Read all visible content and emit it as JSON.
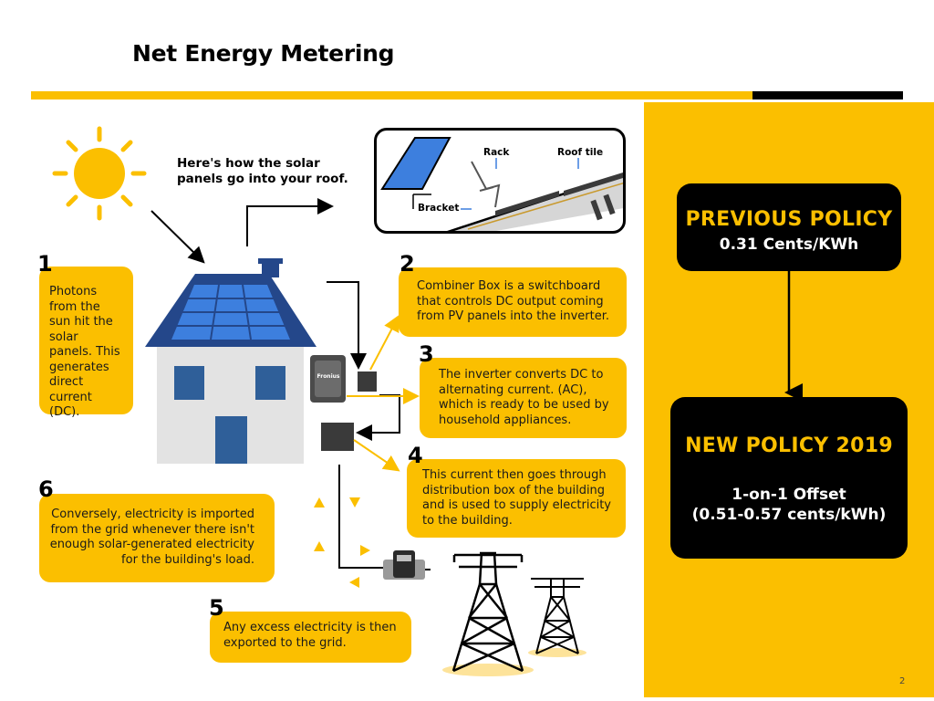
{
  "title": "Net Energy Metering",
  "diagram": {
    "intro": "Here's how the solar panels go into your roof.",
    "roof_labels": {
      "rack": "Rack",
      "roof_tile": "Roof tile",
      "bracket": "Bracket"
    },
    "inverter_brand": "Fronius",
    "steps": [
      {
        "num": "1",
        "text": "Photons from the sun hit the solar panels. This generates direct current (DC)."
      },
      {
        "num": "2",
        "text": "Combiner Box is a switchboard that controls DC output coming from PV panels into the inverter."
      },
      {
        "num": "3",
        "text": "The inverter converts DC to alternating current. (AC), which is ready to be used by household appliances."
      },
      {
        "num": "4",
        "text": "This current then goes through distribution box of the building and is used to supply electricity to the building."
      },
      {
        "num": "5",
        "text": "Any excess electricity is then exported to the grid."
      },
      {
        "num": "6",
        "text": "Conversely, electricity is imported from the grid whenever there isn't enough solar-generated electricity for the building's load."
      }
    ]
  },
  "policy": {
    "previous": {
      "heading": "PREVIOUS POLICY",
      "rate": "0.31 Cents/KWh"
    },
    "new": {
      "heading": "NEW POLICY 2019",
      "line1": "1-on-1 Offset",
      "line2": "(0.51-0.57 cents/kWh)"
    }
  },
  "page_number": "2",
  "colors": {
    "accent_yellow": "#fbbf00",
    "black": "#000000",
    "panel_blue": "#3d7fde",
    "house_blue": "#2f5f99",
    "roof_navy": "#24478a"
  }
}
